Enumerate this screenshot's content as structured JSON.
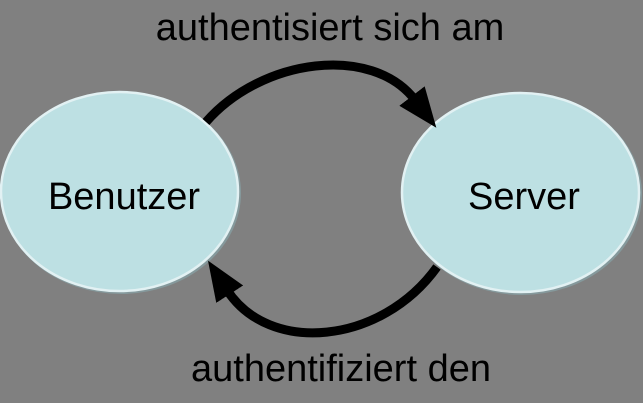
{
  "diagram": {
    "nodes": [
      {
        "id": "benutzer",
        "label": "Benutzer"
      },
      {
        "id": "server",
        "label": "Server"
      }
    ],
    "edges": [
      {
        "from": "benutzer",
        "to": "server",
        "label": "authentisiert sich am",
        "position": "top"
      },
      {
        "from": "server",
        "to": "benutzer",
        "label": "authentifiziert den",
        "position": "bottom"
      }
    ],
    "colors": {
      "background": "#808080",
      "node_fill": "#bde0e3",
      "node_border_light": "#e2f1f3",
      "node_border_dark": "#85999c",
      "arrow": "#000000",
      "text": "#000000"
    }
  }
}
